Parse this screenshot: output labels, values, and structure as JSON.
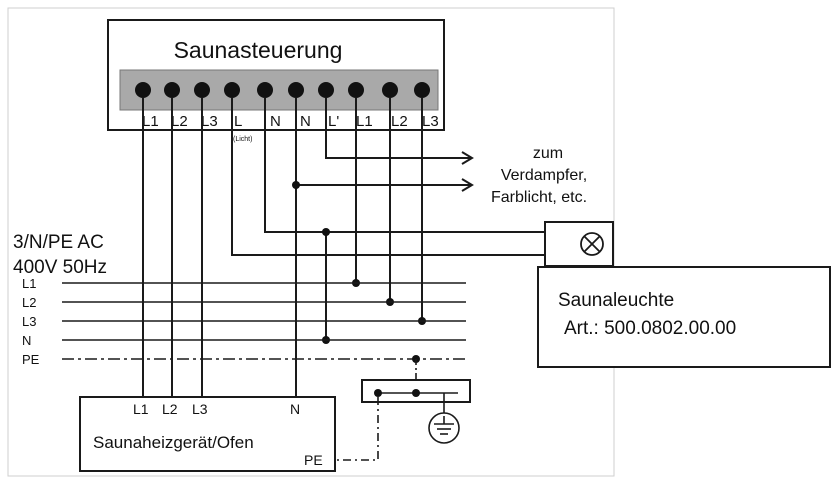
{
  "controller": {
    "title": "Saunasteuerung",
    "terminals": [
      "L1",
      "L2",
      "L3",
      "L",
      "N",
      "N",
      "L'",
      "L1",
      "L2",
      "L3"
    ],
    "licht_note": "(Licht)"
  },
  "outputs": {
    "line1": "zum",
    "line2": "Verdampfer,",
    "line3": "Farblicht, etc."
  },
  "supply": {
    "line1": "3/N/PE AC",
    "line2": "400V 50Hz",
    "bus_labels": [
      "L1",
      "L2",
      "L3",
      "N",
      "PE"
    ]
  },
  "lamp": {
    "line1": "Saunaleuchte",
    "line2": "Art.: 500.0802.00.00",
    "symbol": "lamp-icon"
  },
  "heater": {
    "title": "Saunaheizgerät/Ofen",
    "terminals": [
      "L1",
      "L2",
      "L3",
      "N"
    ],
    "pe": "PE"
  },
  "earth": {
    "symbol": "ground-icon"
  },
  "colors": {
    "terminal_strip": "#a9a9a9",
    "wire": "#1a1a1a"
  }
}
